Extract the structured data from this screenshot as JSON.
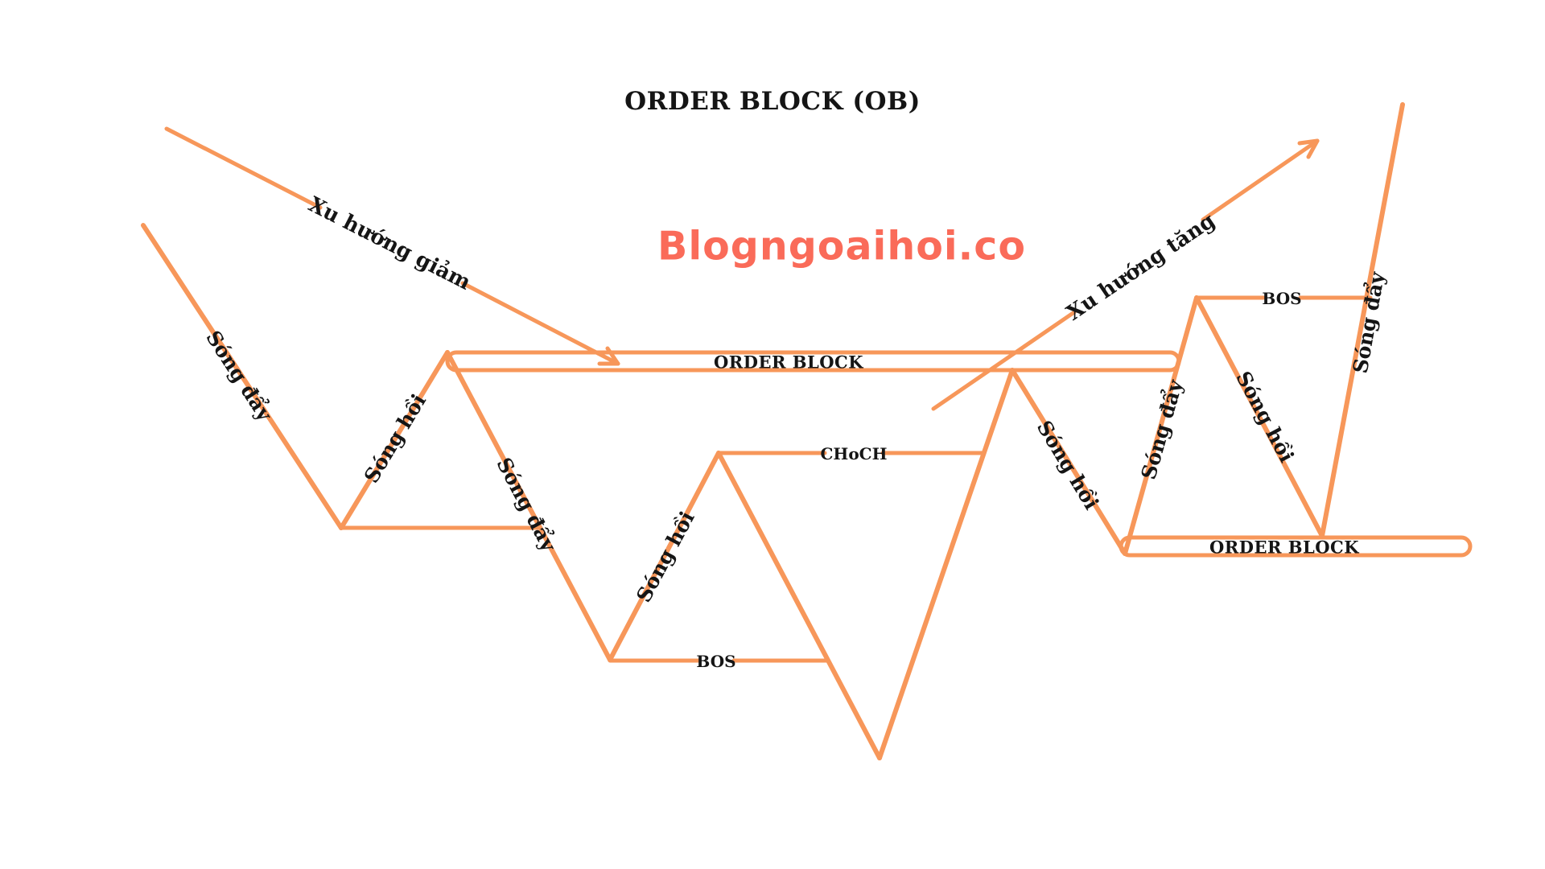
{
  "title": "ORDER BLOCK (OB)",
  "watermark": "Blogngoaihoi.co",
  "colors": {
    "line": "#f7975a",
    "text": "#151515",
    "watermark": "#fa6b59"
  },
  "labels": {
    "trend_down": "Xu hướng giảm",
    "trend_up": "Xu hướng tăng",
    "wave_push": "Sóng đẩy",
    "wave_pull": "Sóng hồi",
    "order_block": "ORDER BLOCK",
    "bos": "BOS",
    "choch": "CHoCH"
  }
}
